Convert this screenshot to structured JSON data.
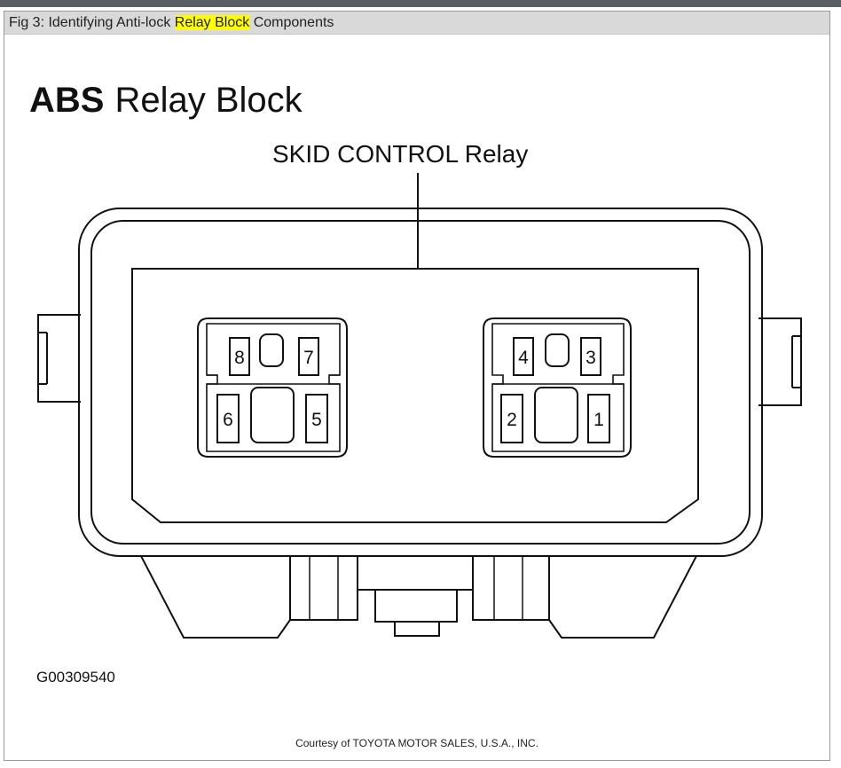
{
  "caption": {
    "prefix": "Fig 3: Identifying Anti-lock ",
    "highlight": "Relay Block",
    "suffix": " Components"
  },
  "diagram": {
    "title_bold": "ABS",
    "title_rest": "Relay Block",
    "callout_label": "SKID CONTROL Relay",
    "figure_code": "G00309540",
    "left_relay_terminals": [
      "8",
      "7",
      "6",
      "5"
    ],
    "right_relay_terminals": [
      "4",
      "3",
      "2",
      "1"
    ]
  },
  "credit": "Courtesy of TOYOTA MOTOR SALES, U.S.A., INC."
}
